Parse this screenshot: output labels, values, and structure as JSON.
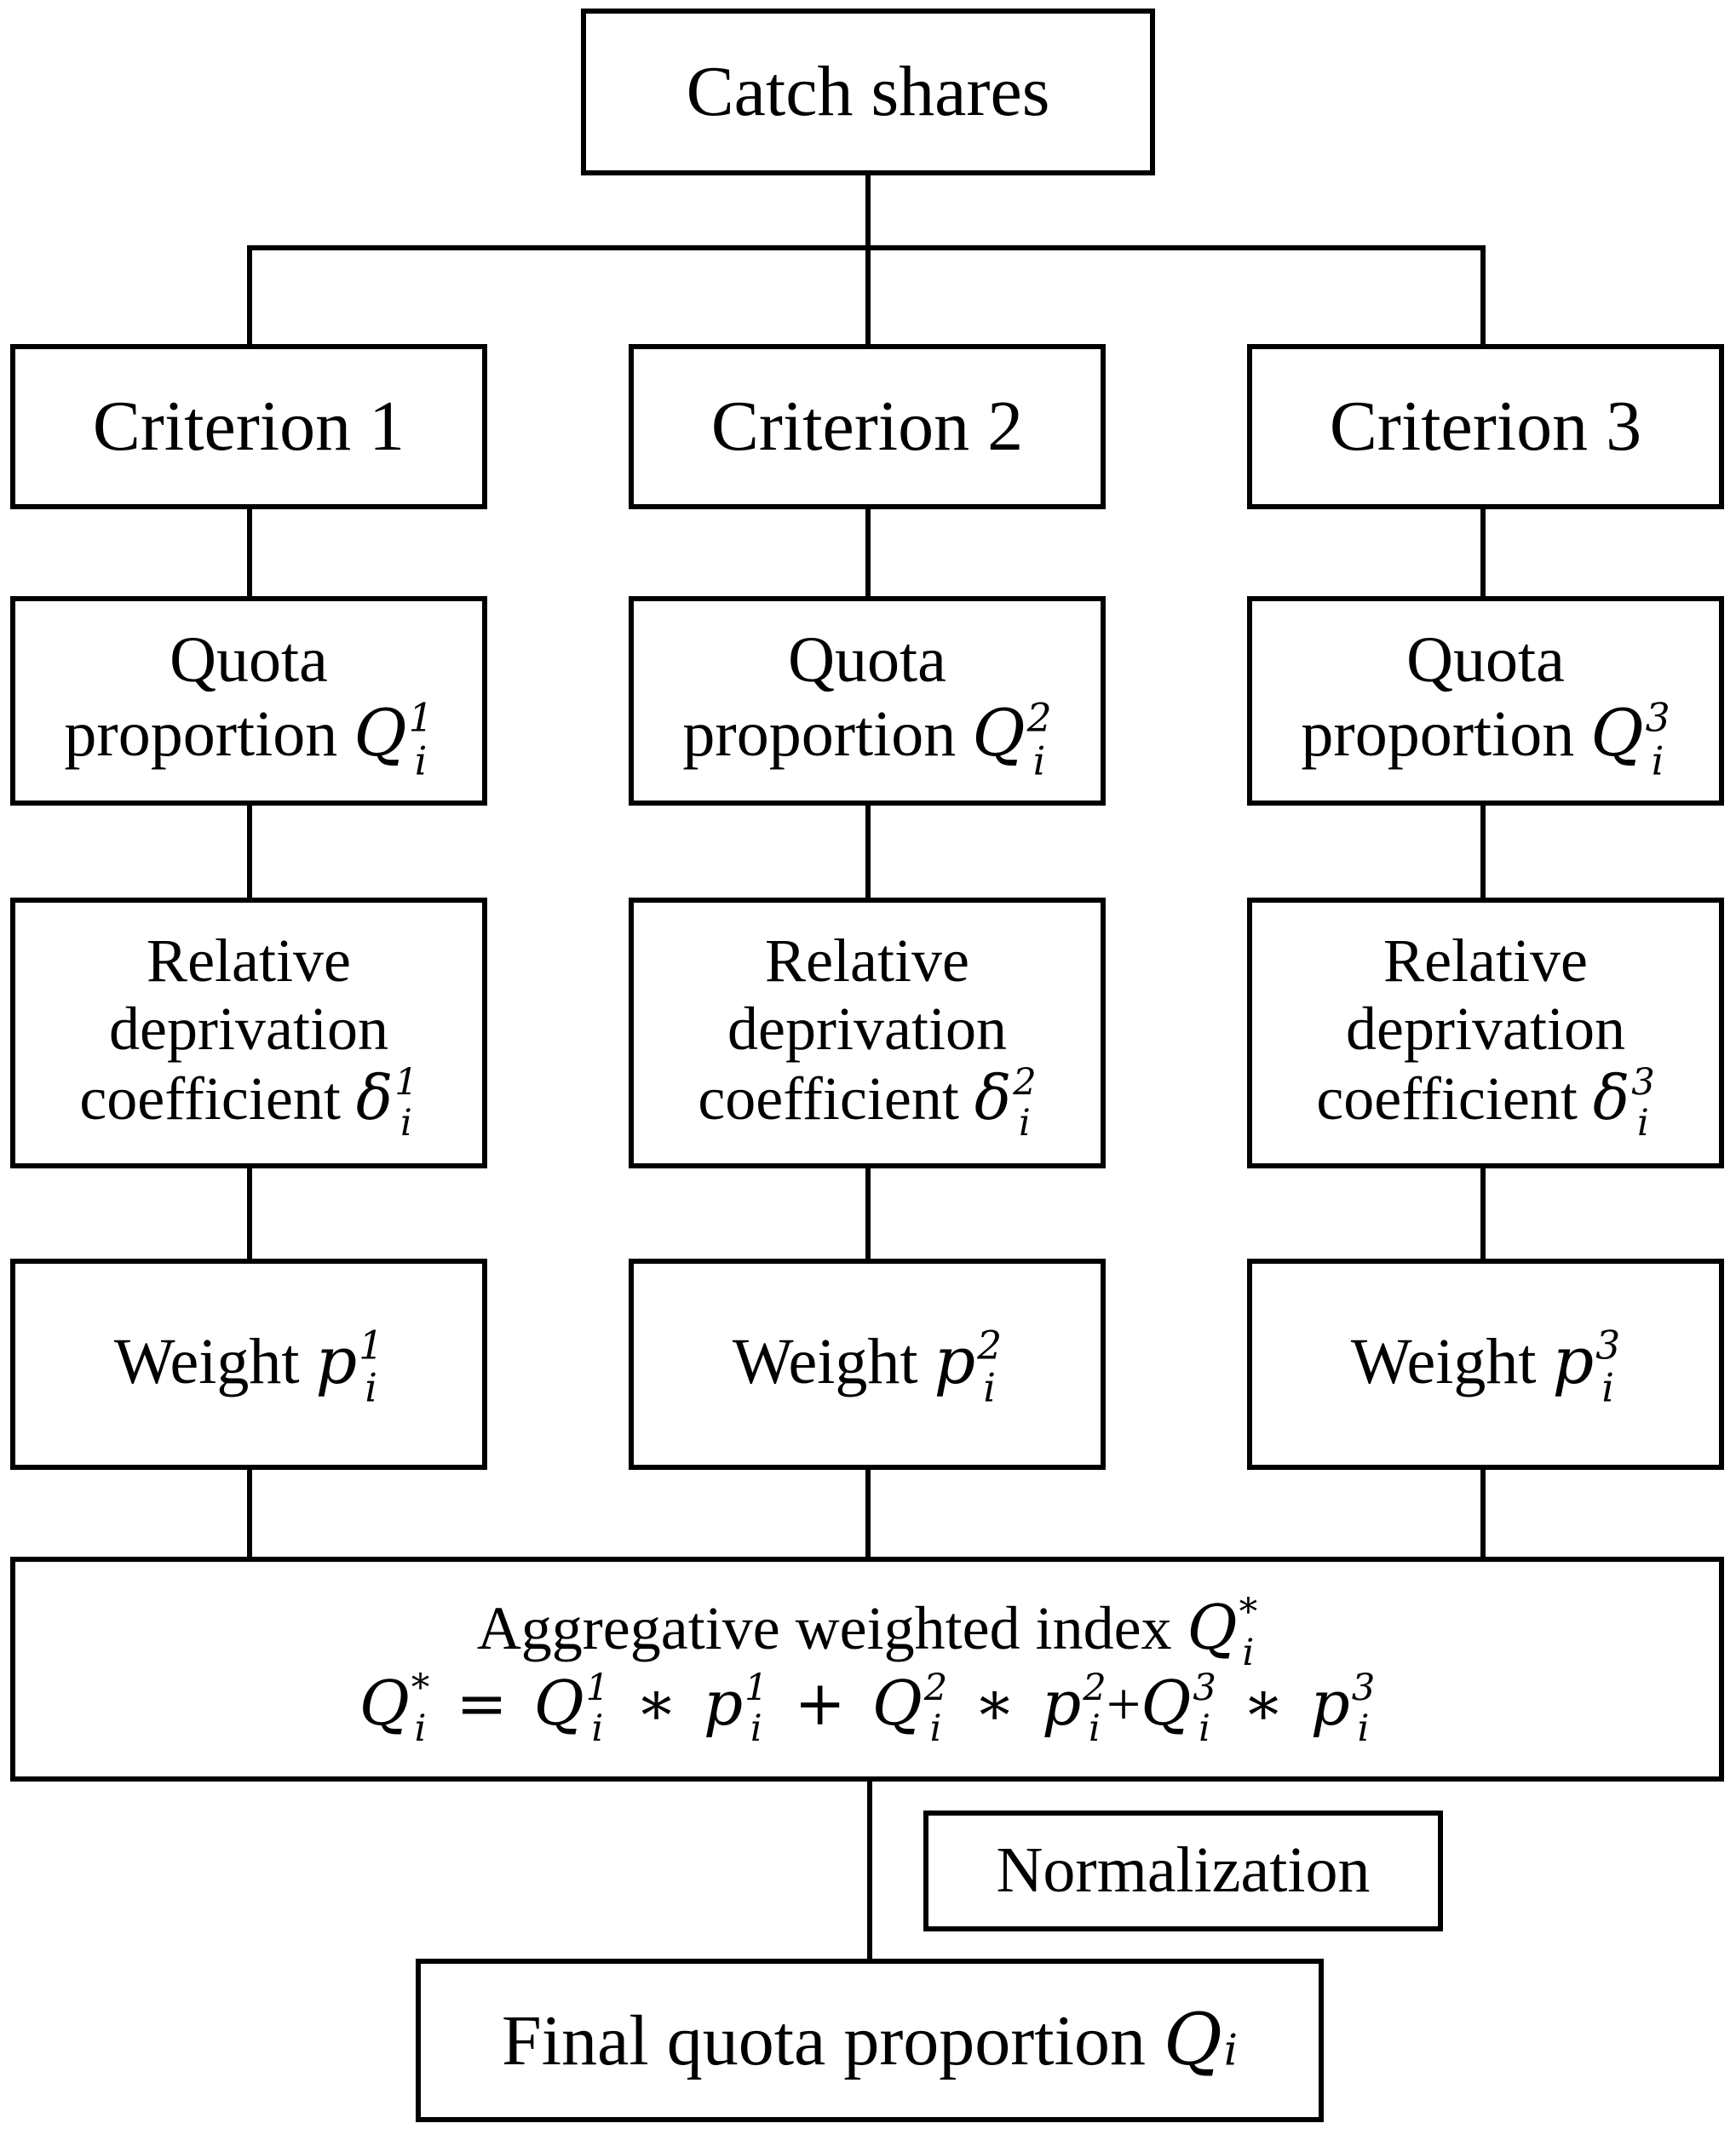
{
  "top": {
    "label": "Catch shares"
  },
  "columns": [
    {
      "criterion": "Criterion 1",
      "quota": {
        "line1": "Quota",
        "line2": "proportion",
        "sym": "Q",
        "sup": "1",
        "sub": "i"
      },
      "deprivation": {
        "line1": "Relative",
        "line2": "deprivation",
        "line3": "coefficient",
        "sym": "δ",
        "sup": "1",
        "sub": "i"
      },
      "weight": {
        "label": "Weight",
        "sym": "p",
        "sup": "1",
        "sub": "i"
      }
    },
    {
      "criterion": "Criterion 2",
      "quota": {
        "line1": "Quota",
        "line2": "proportion",
        "sym": "Q",
        "sup": "2",
        "sub": "i"
      },
      "deprivation": {
        "line1": "Relative",
        "line2": "deprivation",
        "line3": "coefficient",
        "sym": "δ",
        "sup": "2",
        "sub": "i"
      },
      "weight": {
        "label": "Weight",
        "sym": "p",
        "sup": "2",
        "sub": "i"
      }
    },
    {
      "criterion": "Criterion 3",
      "quota": {
        "line1": "Quota",
        "line2": "proportion",
        "sym": "Q",
        "sup": "3",
        "sub": "i"
      },
      "deprivation": {
        "line1": "Relative",
        "line2": "deprivation",
        "line3": "coefficient",
        "sym": "δ",
        "sup": "3",
        "sub": "i"
      },
      "weight": {
        "label": "Weight",
        "sym": "p",
        "sup": "3",
        "sub": "i"
      }
    }
  ],
  "aggregate": {
    "label": "Aggregative weighted index",
    "sym": "Q",
    "sup": "*",
    "sub": "i",
    "equals": "=",
    "plus": "+",
    "times": "∗"
  },
  "normalization": {
    "label": "Normalization"
  },
  "final": {
    "label": "Final quota proportion",
    "sym": "Q",
    "sub": "i"
  }
}
